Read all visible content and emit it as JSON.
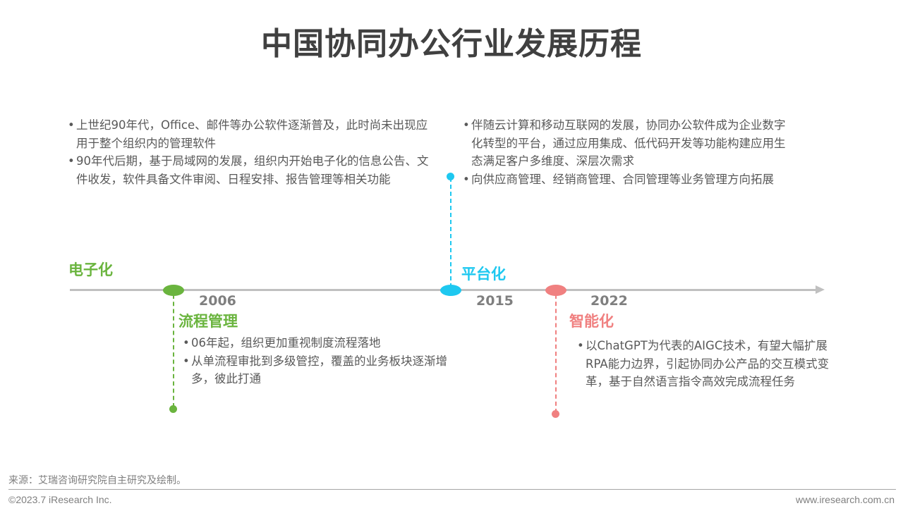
{
  "title": "中国协同办公行业发展历程",
  "colors": {
    "green": "#6ab43e",
    "cyan": "#1ec8f0",
    "pink": "#f08080",
    "axis": "#c0c0c0",
    "year": "#7f7f7f",
    "text": "#595959"
  },
  "stages": [
    {
      "name": "电子化",
      "year": "",
      "color": "#6ab43e",
      "bullets": [
        "上世纪90年代，Office、邮件等办公软件逐渐普及，此时尚未出现应用于整个组织内的管理软件",
        "90年代后期，基于局域网的发展，组织内开始电子化的信息公告、文件收发，软件具备文件审阅、日程安排、报告管理等相关功能"
      ]
    },
    {
      "name": "流程管理",
      "year": "2006",
      "color": "#6ab43e",
      "bullets": [
        "06年起，组织更加重视制度流程落地",
        "从单流程审批到多级管控，覆盖的业务板块逐渐增多，彼此打通"
      ]
    },
    {
      "name": "平台化",
      "year": "2015",
      "color": "#1ec8f0",
      "bullets": [
        "伴随云计算和移动互联网的发展，协同办公软件成为企业数字化转型的平台，通过应用集成、低代码开发等功能构建应用生态满足客户多维度、深层次需求",
        "向供应商管理、经销商管理、合同管理等业务管理方向拓展"
      ]
    },
    {
      "name": "智能化",
      "year": "2022",
      "color": "#f08080",
      "bullets": [
        "以ChatGPT为代表的AIGC技术，有望大幅扩展RPA能力边界，引起协同办公产品的交互模式变革，基于自然语言指令高效完成流程任务"
      ]
    }
  ],
  "footer": {
    "source": "来源：艾瑞咨询研究院自主研究及绘制。",
    "copyright": "©2023.7 iResearch Inc.",
    "website": "www.iresearch.com.cn"
  }
}
